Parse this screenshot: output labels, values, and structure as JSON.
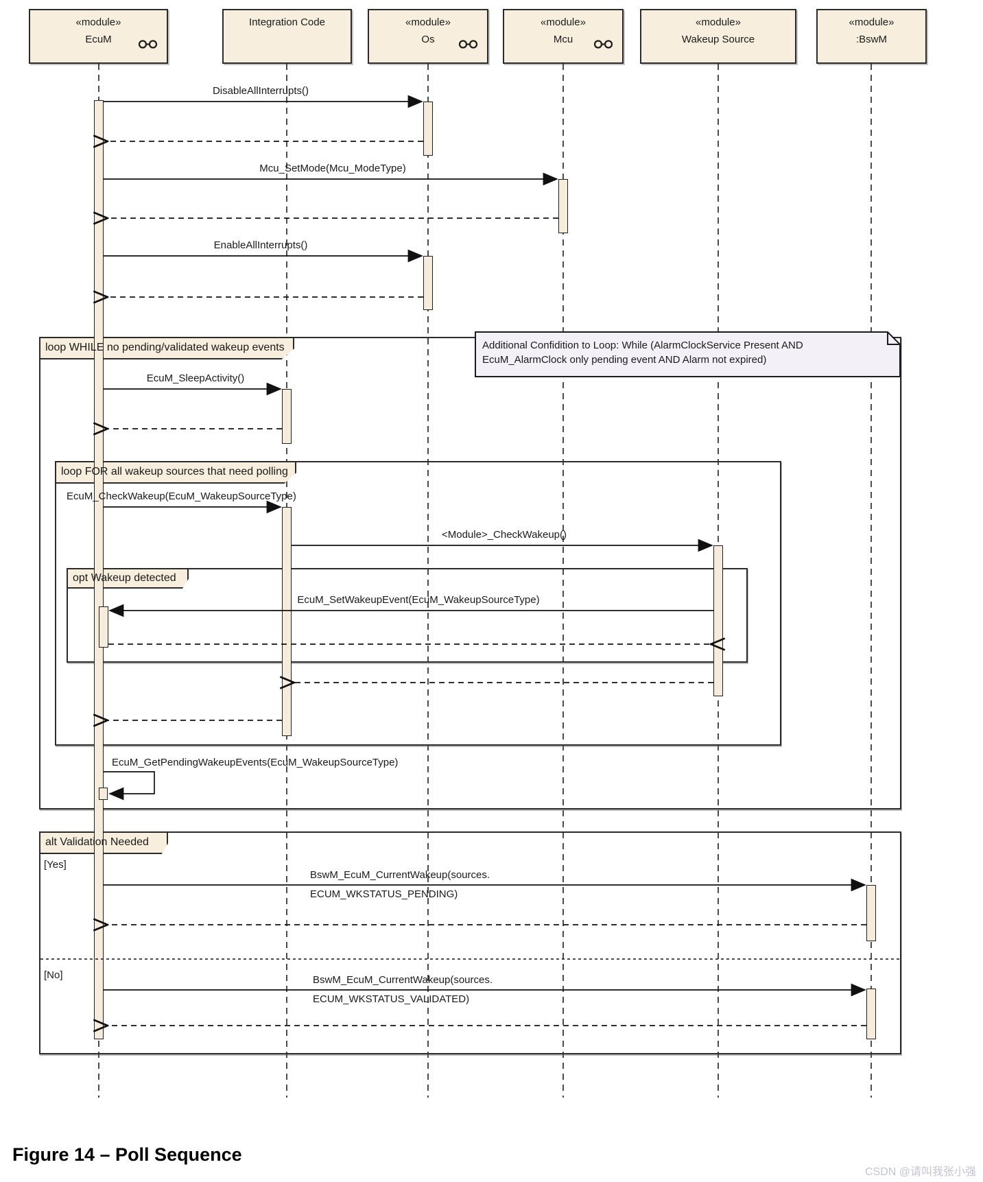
{
  "caption": "Figure 14 – Poll Sequence",
  "watermark": "CSDN @请叫我张小强",
  "colors": {
    "module_fill": "#F7EEDD",
    "note_fill": "#F4F0F7",
    "frame_border": "#2b2b2b",
    "watermark": "#c3c4d2"
  },
  "lifelines": [
    {
      "id": "ecum",
      "line1": "«module»",
      "line2": "EcuM",
      "icon": "component-icon"
    },
    {
      "id": "integration-code",
      "line1": "Integration Code",
      "line2": "",
      "icon": ""
    },
    {
      "id": "os",
      "line1": "«module»",
      "line2": "Os",
      "icon": "component-icon"
    },
    {
      "id": "mcu",
      "line1": "«module»",
      "line2": "Mcu",
      "icon": "component-icon"
    },
    {
      "id": "wakeup-source",
      "line1": "«module»",
      "line2": "Wakeup Source",
      "icon": ""
    },
    {
      "id": "bswm",
      "line1": "«module»",
      "line2": ":BswM",
      "icon": ""
    }
  ],
  "fragments": {
    "loop_while": {
      "operator_label": "loop WHILE no pending/validated wakeup events"
    },
    "loop_for": {
      "operator_label": "loop FOR all wakeup sources that need polling"
    },
    "opt": {
      "operator_label": "opt Wakeup detected"
    },
    "alt": {
      "operator_label": "alt Validation Needed",
      "guard_yes": "[Yes]",
      "guard_no": "[No]"
    }
  },
  "note": {
    "line1": "Additional Confidition to  Loop: While (AlarmClockService Present AND",
    "line2": "EcuM_AlarmClock only pending event AND Alarm not expired)"
  },
  "messages": {
    "disable_all_interrupts": "DisableAllInterrupts()",
    "mcu_set_mode": "Mcu_SetMode(Mcu_ModeType)",
    "enable_all_interrupts": "EnableAllInterrupts()",
    "sleep_activity": "EcuM_SleepActivity()",
    "check_wakeup": "EcuM_CheckWakeup(EcuM_WakeupSourceType)",
    "module_check_wakeup": "<Module>_CheckWakeup()",
    "set_wakeup_event": "EcuM_SetWakeupEvent(EcuM_WakeupSourceType)",
    "get_pending_wakeup_events": "EcuM_GetPendingWakeupEvents(EcuM_WakeupSourceType)",
    "current_wakeup_pending_line1": "BswM_EcuM_CurrentWakeup(sources.",
    "current_wakeup_pending_line2": "ECUM_WKSTATUS_PENDING)",
    "current_wakeup_validated_line1": "BswM_EcuM_CurrentWakeup(sources.",
    "current_wakeup_validated_line2": "ECUM_WKSTATUS_VALIDATED)"
  }
}
